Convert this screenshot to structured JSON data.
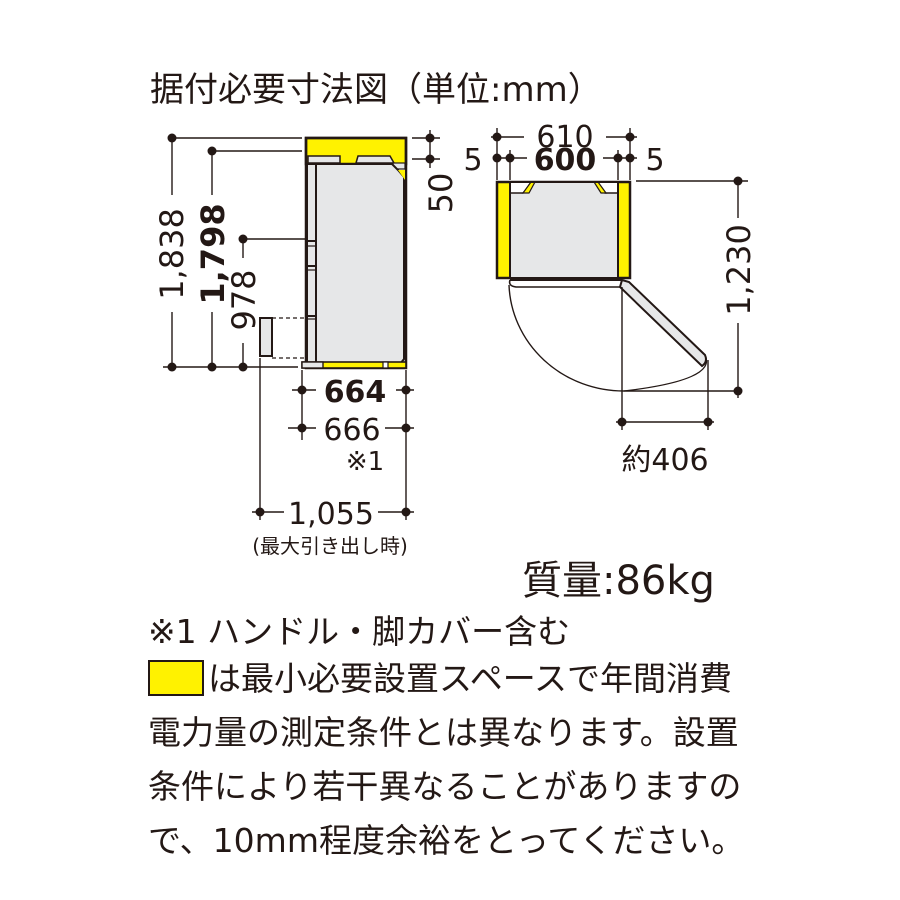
{
  "title": "据付必要寸法図（単位:mm）",
  "colors": {
    "ink": "#231815",
    "clearance_yellow": "#fff200",
    "body_gray": "#e6e7e8"
  },
  "side_view": {
    "height_total": "1,838",
    "height_body": "1,798",
    "height_drawer": "978",
    "top_clearance": "50",
    "depth_body": "664",
    "depth_with_handle": "666",
    "depth_note_marker": "※1",
    "depth_drawer_open": "1,055",
    "depth_drawer_open_note": "(最大引き出し時)"
  },
  "top_view": {
    "width_total": "610",
    "width_body": "600",
    "side_clearance_left": "5",
    "side_clearance_right": "5",
    "door_open_depth": "1,230",
    "door_swing": "約406"
  },
  "mass": "質量:86kg",
  "footnote": "※1 ハンドル・脚カバー含む",
  "legend": {
    "lines": [
      "は最小必要設置スペースで年間消費",
      "電力量の測定条件とは異なります。設置",
      "条件により若干異なることがありますの",
      "で、10mm程度余裕をとってください。"
    ]
  }
}
